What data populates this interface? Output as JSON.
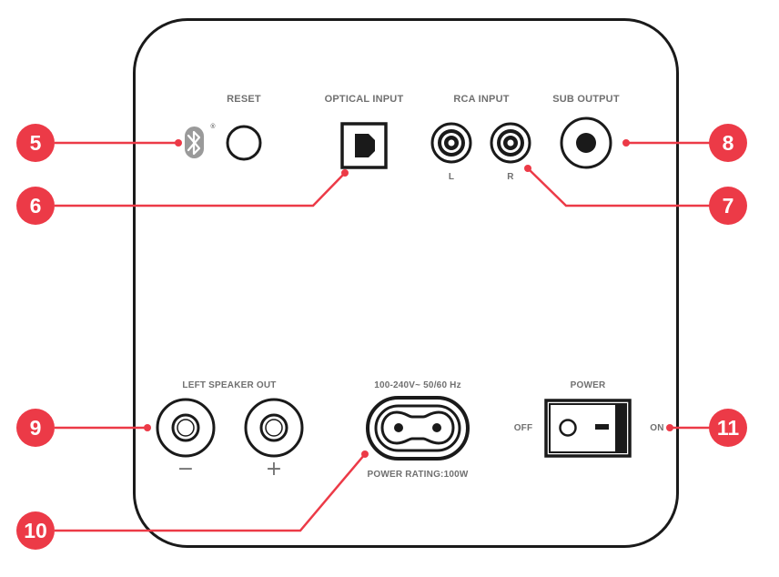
{
  "labels": {
    "reset": "RESET",
    "optical_input": "OPTICAL INPUT",
    "rca_input": "RCA INPUT",
    "rca_left": "L",
    "rca_right": "R",
    "sub_output": "SUB OUTPUT",
    "left_speaker_out": "LEFT SPEAKER OUT",
    "minus": "−",
    "plus": "+",
    "voltage": "100-240V~ 50/60 Hz",
    "power_rating": "POWER RATING:100W",
    "power": "POWER",
    "off": "OFF",
    "on": "ON",
    "registered": "®"
  },
  "callouts": {
    "c5": "5",
    "c6": "6",
    "c7": "7",
    "c8": "8",
    "c9": "9",
    "c10": "10",
    "c11": "11"
  },
  "colors": {
    "callout": "#ec3a47",
    "outline": "#1a1a1a",
    "label": "#707070",
    "bluetooth": "#9a9a9a"
  }
}
